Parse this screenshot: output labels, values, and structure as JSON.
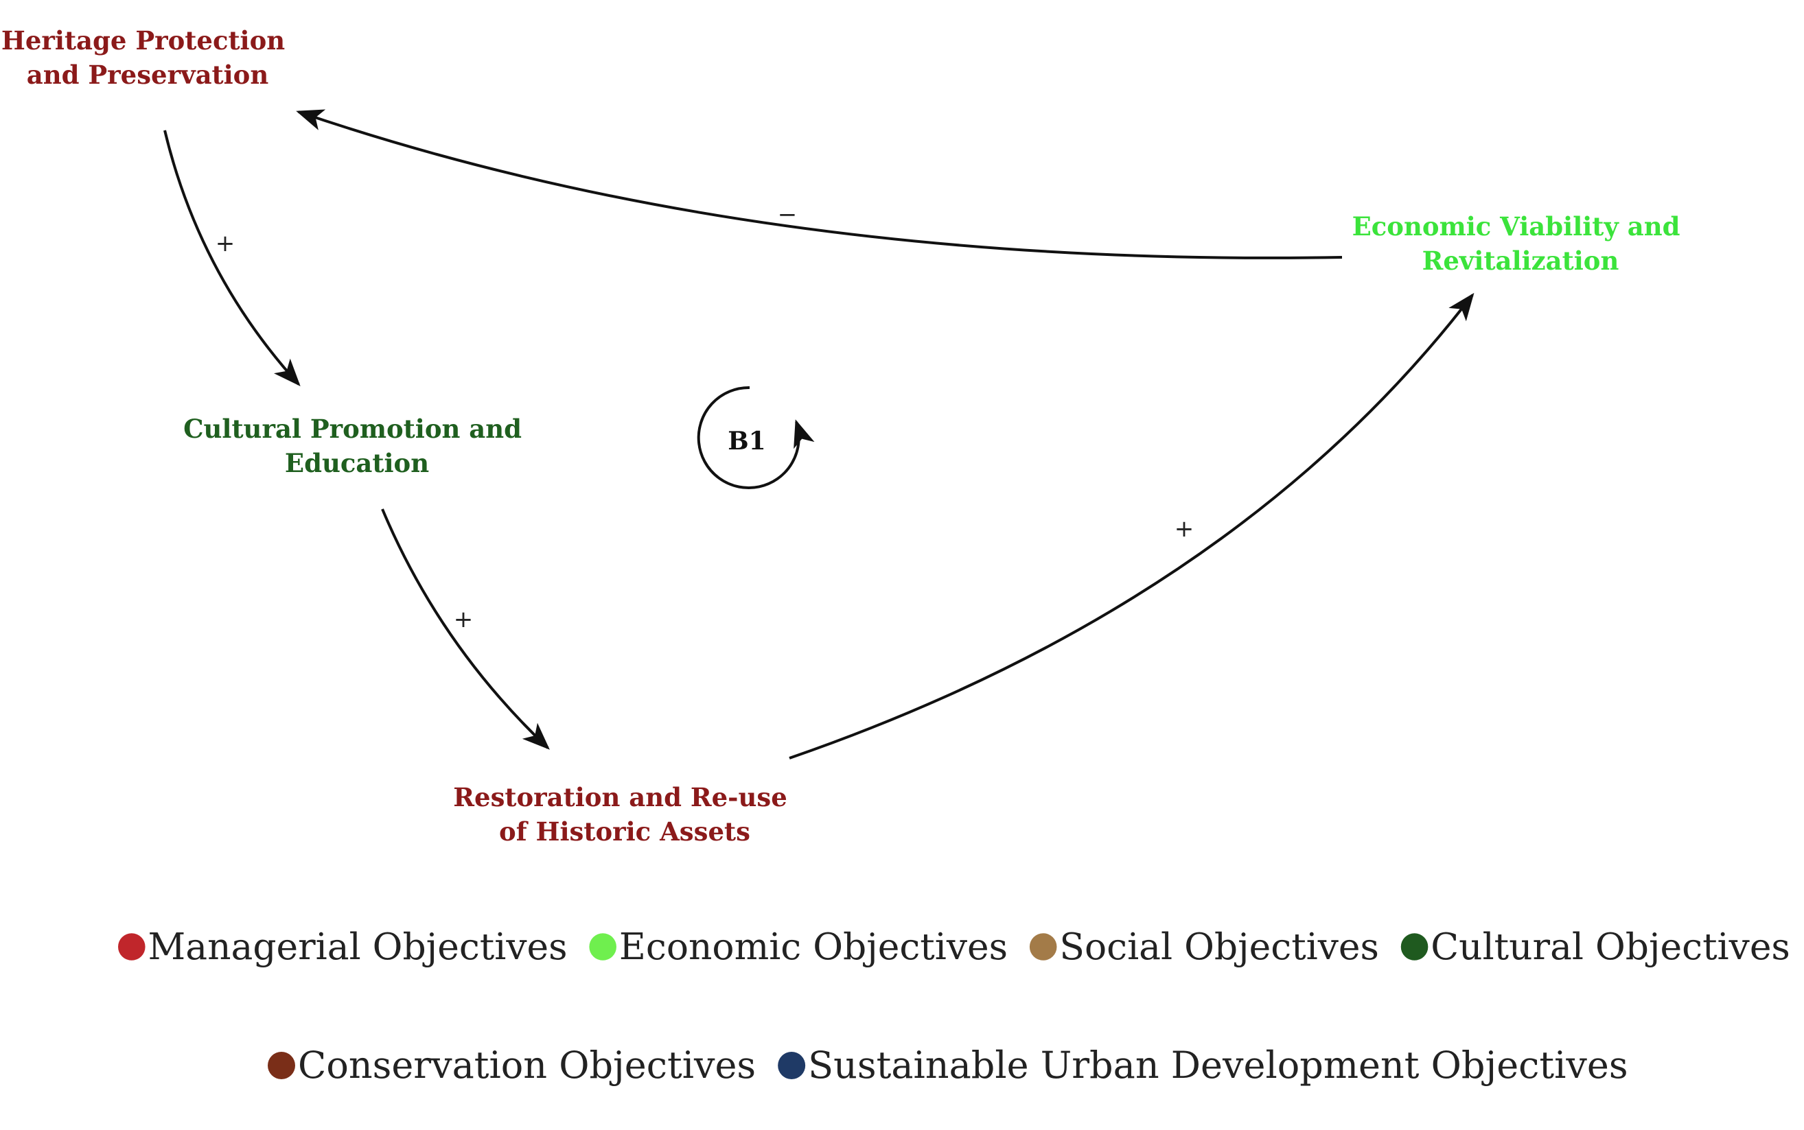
{
  "diagram": {
    "nodes": {
      "heritage": {
        "lines": [
          "Heritage Protection",
          "and Preservation"
        ],
        "category": "Managerial Objectives",
        "color": "#8B1A1A"
      },
      "cultural": {
        "lines": [
          "Cultural Promotion and",
          "Education"
        ],
        "category": "Cultural Objectives",
        "color": "#1F5F1F"
      },
      "restoration": {
        "lines": [
          "Restoration and Re-use",
          "of Historic Assets"
        ],
        "category": "Managerial Objectives",
        "color": "#8B1A1A"
      },
      "economic": {
        "lines": [
          "Economic Viability and",
          "Revitalization"
        ],
        "category": "Economic Objectives",
        "color": "#3BE33B"
      }
    },
    "links": [
      {
        "from": "heritage",
        "to": "cultural",
        "polarity": "+"
      },
      {
        "from": "cultural",
        "to": "restoration",
        "polarity": "+"
      },
      {
        "from": "restoration",
        "to": "economic",
        "polarity": "+"
      },
      {
        "from": "economic",
        "to": "heritage",
        "polarity": "−"
      }
    ],
    "loop": {
      "label": "B1"
    }
  },
  "legend": {
    "rows": [
      [
        {
          "label": "Managerial Objectives",
          "color": "#C0262B"
        },
        {
          "label": "Economic Objectives",
          "color": "#6FEF4E"
        },
        {
          "label": "Social Objectives",
          "color": "#A37B48"
        },
        {
          "label": "Cultural Objectives",
          "color": "#1F5A1F"
        }
      ],
      [
        {
          "label": "Conservation Objectives",
          "color": "#7A2E18"
        },
        {
          "label": "Sustainable Urban Development Objectives",
          "color": "#1F3A66"
        }
      ]
    ]
  }
}
